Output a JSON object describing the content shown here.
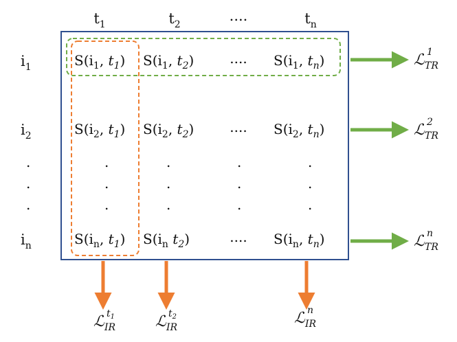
{
  "columns": [
    {
      "base": "t",
      "sub": "1"
    },
    {
      "base": "t",
      "sub": "2"
    },
    {
      "base": "....",
      "sub": ""
    },
    {
      "base": "t",
      "sub": "n"
    }
  ],
  "rows": [
    {
      "base": "i",
      "sub": "1"
    },
    {
      "base": "i",
      "sub": "2"
    },
    {
      "base": ".",
      "sub": ""
    },
    {
      "base": ".",
      "sub": ""
    },
    {
      "base": ".",
      "sub": ""
    },
    {
      "base": "i",
      "sub": "n"
    }
  ],
  "cells": {
    "r1": [
      {
        "pre": "S(i",
        "isub": "1",
        "mid": ", ",
        "t": "t",
        "tsub": "1",
        "post": ")"
      },
      {
        "pre": "S(i",
        "isub": "1",
        "mid": ", ",
        "t": "t",
        "tsub": "2",
        "post": ")"
      },
      {
        "dots": "...."
      },
      {
        "pre": "S(i",
        "isub": "1",
        "mid": ", ",
        "t": "t",
        "tsub": "n",
        "post": ")"
      }
    ],
    "r2": [
      {
        "pre": "S(i",
        "isub": "2",
        "mid": ", ",
        "t": "t",
        "tsub": "1",
        "post": ")"
      },
      {
        "pre": "S(i",
        "isub": "2",
        "mid": ", ",
        "t": "t",
        "tsub": "2",
        "post": ")"
      },
      {
        "dots": "...."
      },
      {
        "pre": "S(i",
        "isub": "2",
        "mid": ", ",
        "t": "t",
        "tsub": "n",
        "post": ")"
      }
    ],
    "rn": [
      {
        "pre": "S(i",
        "isub": "n",
        "mid": ", ",
        "t": "t",
        "tsub": "1",
        "post": ")"
      },
      {
        "pre": "S(i",
        "isub": "n",
        "mid": " ",
        "t": "t",
        "tsub": "2",
        "post": ")"
      },
      {
        "dots": "...."
      },
      {
        "pre": "S(i",
        "isub": "n",
        "mid": ", ",
        "t": "t",
        "tsub": "n",
        "post": ")"
      }
    ]
  },
  "vertical_dot": ".",
  "tr_losses": [
    {
      "sym": "ℒ",
      "sup": "1",
      "sub": "TR"
    },
    {
      "sym": "ℒ",
      "sup": "2",
      "sub": "TR"
    },
    {
      "sym": "ℒ",
      "sup": "n",
      "sub": "TR"
    }
  ],
  "ir_losses": [
    {
      "sym": "ℒ",
      "sup": "t",
      "supsub": "1",
      "sub": "IR"
    },
    {
      "sym": "ℒ",
      "sup": "t",
      "supsub": "2",
      "sub": "IR"
    },
    {
      "sym": "ℒ",
      "sup": "n",
      "supsub": "",
      "sub": "IR"
    }
  ],
  "colors": {
    "frame": "#2f4f8f",
    "green": "#70ad47",
    "orange": "#ed7d31",
    "text": "#111111"
  }
}
